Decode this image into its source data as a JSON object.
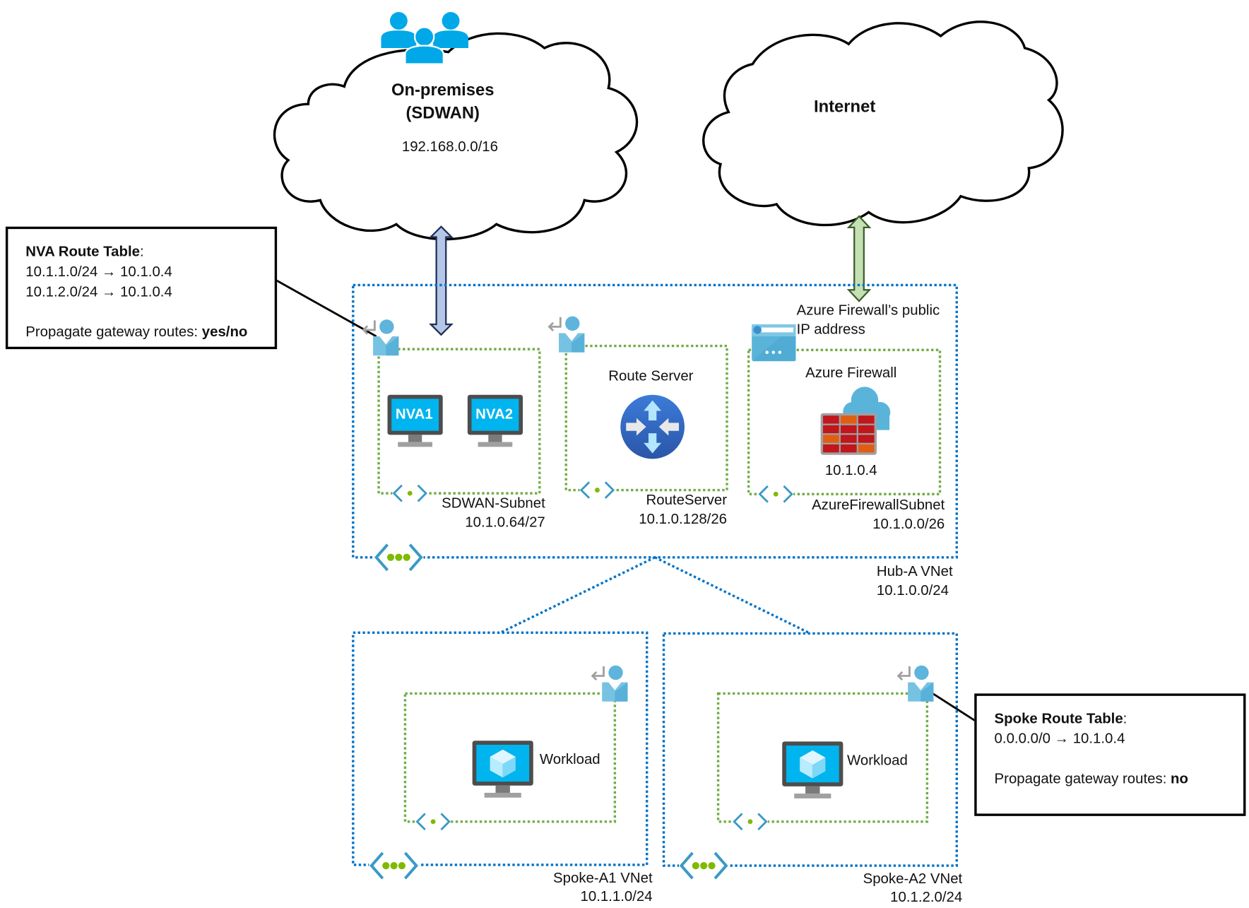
{
  "clouds": {
    "onprem": {
      "title_line1": "On-premises",
      "title_line2": "(SDWAN)",
      "cidr": "192.168.0.0/16",
      "icon": "users-group-icon"
    },
    "internet": {
      "title": "Internet"
    }
  },
  "nva_route_table": {
    "title": "NVA Route Table",
    "title_suffix": ":",
    "routes": [
      "10.1.1.0/24 → 10.1.0.4",
      "10.1.2.0/24 → 10.1.0.4"
    ],
    "propagate_label": "Propagate gateway routes: ",
    "propagate_value": "yes/no"
  },
  "spoke_route_table": {
    "title": "Spoke Route Table",
    "title_suffix": ":",
    "routes": [
      "0.0.0.0/0 → 10.1.0.4"
    ],
    "propagate_label": "Propagate gateway routes: ",
    "propagate_value": "no"
  },
  "hub": {
    "name": "Hub-A VNet",
    "cidr": "10.1.0.0/24",
    "public_ip_label_line1": "Azure Firewall’s public",
    "public_ip_label_line2": "IP address",
    "subnets": {
      "sdwan": {
        "name": "SDWAN-Subnet",
        "cidr": "10.1.0.64/27",
        "vms": [
          "NVA1",
          "NVA2"
        ]
      },
      "routeserver": {
        "name": "RouteServer",
        "cidr": "10.1.0.128/26",
        "resource": "Route Server"
      },
      "firewall": {
        "name": "AzureFirewallSubnet",
        "cidr": "10.1.0.0/26",
        "resource": "Azure Firewall",
        "ip": "10.1.0.4"
      }
    }
  },
  "spokes": [
    {
      "name": "Spoke-A1 VNet",
      "cidr": "10.1.1.0/24",
      "workload": "Workload"
    },
    {
      "name": "Spoke-A2 VNet",
      "cidr": "10.1.2.0/24",
      "workload": "Workload"
    }
  ],
  "colors": {
    "vnet_border": "#0072c6",
    "subnet_border": "#70ad47",
    "onprem_arrow": "#b4c7e7",
    "onprem_arrow_stroke": "#1f2f55",
    "internet_arrow": "#c5e0b4",
    "internet_arrow_stroke": "#3b5e2b",
    "azure_blue": "#00b4ef"
  }
}
